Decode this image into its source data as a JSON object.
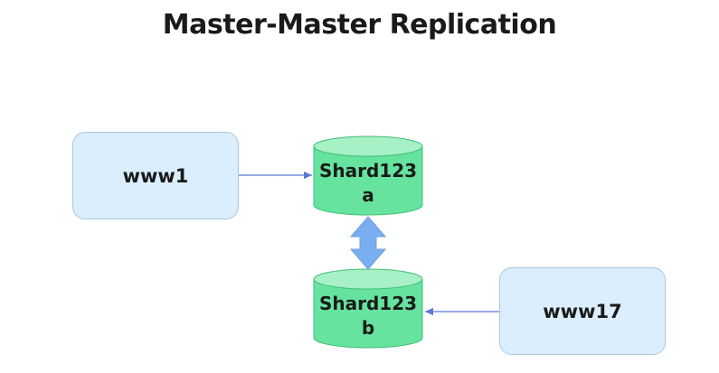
{
  "title": "Master-Master Replication",
  "nodes": {
    "www1": "www1",
    "www17": "www17",
    "shard_a": {
      "line1": "Shard123",
      "line2": "a"
    },
    "shard_b": {
      "line1": "Shard123",
      "line2": "b"
    }
  },
  "colors": {
    "server_fill": "#dbeefe",
    "server_border": "#a9c6de",
    "db_fill": "#66e39e",
    "db_top": "#a8f0c6",
    "db_stroke": "#3fbf76",
    "connector": "#5a78d6",
    "replication_arrow": "#7aaef0"
  }
}
